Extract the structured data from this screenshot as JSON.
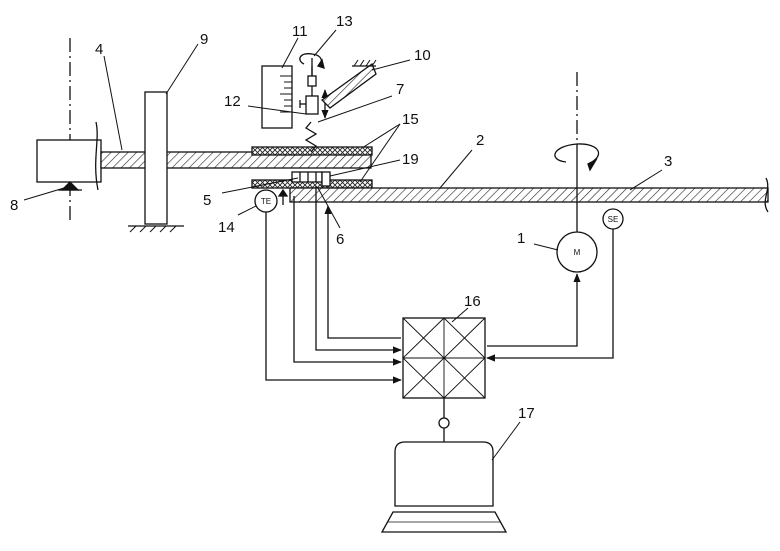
{
  "labels": {
    "n1": "1",
    "n2": "2",
    "n3": "3",
    "n4": "4",
    "n5": "5",
    "n6": "6",
    "n7": "7",
    "n8": "8",
    "n9": "9",
    "n10": "10",
    "n11": "11",
    "n12": "12",
    "n13": "13",
    "n14": "14",
    "n15": "15",
    "n16": "16",
    "n17": "17",
    "n19": "19"
  },
  "sensors": {
    "motor": "M",
    "torque_encoder": "TE",
    "speed_encoder": "SE"
  }
}
